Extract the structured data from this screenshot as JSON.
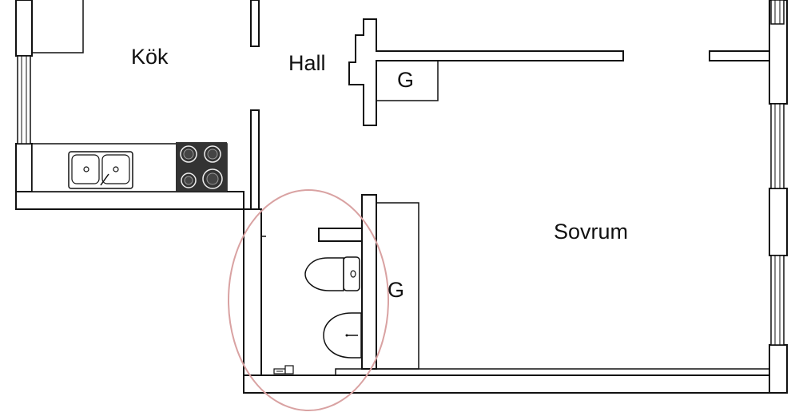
{
  "rooms": {
    "kitchen": "Kök",
    "hall": "Hall",
    "bedroom": "Sovrum",
    "closet_hall": "G",
    "closet_bedroom": "G"
  },
  "colors": {
    "wall_stroke": "#111111",
    "highlight_ring": "#d9a2a2",
    "stove": "#333333"
  },
  "icons": [
    "sink-icon",
    "stove-icon",
    "toilet-icon",
    "washbasin-icon",
    "shower-fixture-icon",
    "window-icon"
  ]
}
